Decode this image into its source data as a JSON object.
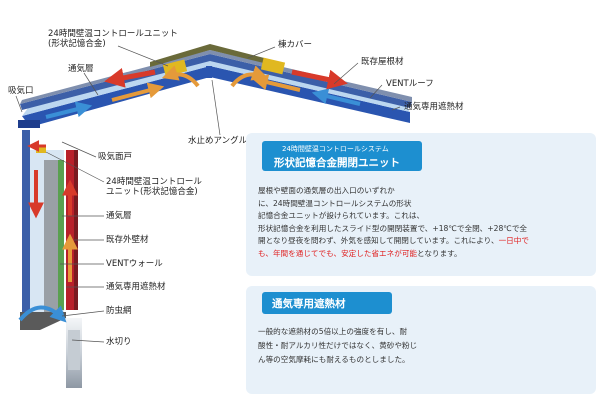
{
  "labels": {
    "control_unit": "24時間壁温コントロールユニット\n(形状記憶合金)",
    "ridge_cover": "棟カバー",
    "existing_roof": "既存屋根材",
    "vent_roof": "VENTルーフ",
    "roof_insulation": "通気専用遮熱材",
    "air_layer_roof": "通気層",
    "intake": "吸気口",
    "water_stop": "水止めアングル",
    "intake_face": "吸気面戸",
    "wall_unit": "24時間壁温コントロール\nユニット(形状記憶合金)",
    "air_layer_wall": "通気層",
    "existing_wall": "既存外壁材",
    "vent_wall": "VENTウォール",
    "wall_insulation": "通気専用遮熱材",
    "insect_net": "防虫網",
    "drip": "水切り"
  },
  "panel1": {
    "subtitle": "24時間壁温コントロールシステム",
    "title": "形状記憶合金開閉ユニット",
    "text_1": "屋根や壁面の通気層の出入口のいずれか",
    "text_2": "に、24時間壁温コントロールシステムの形状",
    "text_3": "記憶合金ユニットが設けられています。これは、",
    "text_4": "形状記憶合金を利用したスライド型の開閉装置で、+18℃で全閉、+28℃で全",
    "text_5": "開となり昼夜を問わず、外気を感知して開閉しています。これにより、",
    "text_5_red": "一日中で",
    "text_6_red": "も、年間を通じてでも、安定した省エネが可能",
    "text_6": "となります。"
  },
  "panel2": {
    "title": "通気専用遮熱材",
    "text_1": "一般的な遮熱材の5倍以上の強度を有し、耐",
    "text_2": "酸性・耐アルカリ性だけではなく、黄砂や粉じ",
    "text_3": "ん等の空気摩耗にも耐えるものとしました。"
  },
  "colors": {
    "roof_blue": "#2a55b0",
    "air_blue": "#bcd7f0",
    "hot_arrow": "#d83a2a",
    "cool_arrow": "#3a8fd6",
    "warm_arrow": "#e59a3a",
    "ridge": "#6a6a3a",
    "unit_yellow": "#e0b820",
    "wall_red": "#b8202a",
    "wall_green": "#5aa050",
    "panel_bg": "#e8f1f9",
    "panel_bar": "#1d8fd0",
    "highlight_red": "#e02020"
  }
}
